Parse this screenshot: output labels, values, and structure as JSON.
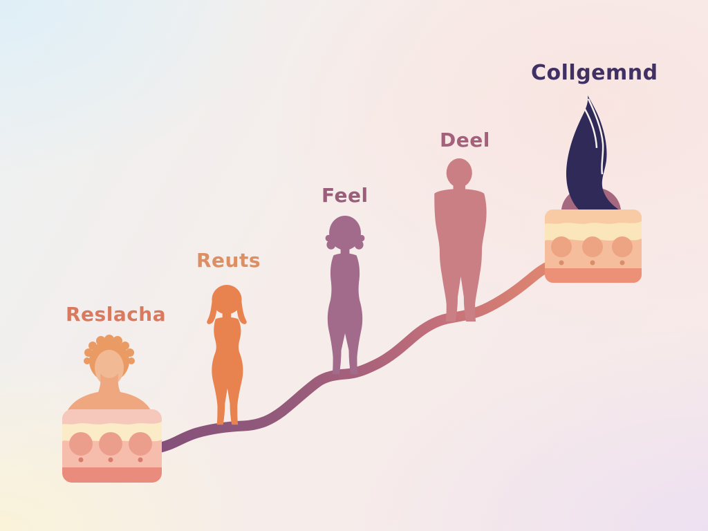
{
  "stages": [
    {
      "label": "Reslacha",
      "label_color": "#D97A5E",
      "visual": "skin-cross-section-with-curly-hair-person",
      "skin_tone": "#EFA780",
      "hair_color": "#EA9B63"
    },
    {
      "label": "Reuts",
      "label_color": "#DE8E63",
      "visual": "orange-female-silhouette",
      "silhouette_color": "#E8834F"
    },
    {
      "label": "Feel",
      "label_color": "#9A5E7B",
      "visual": "purple-person-silhouette",
      "silhouette_color": "#A26A8B"
    },
    {
      "label": "Deel",
      "label_color": "#A5617B",
      "visual": "rose-male-silhouette",
      "silhouette_color": "#C97F83"
    },
    {
      "label": "Collgemnd",
      "label_color": "#413064",
      "visual": "skin-cross-section-with-flowing-hair-person",
      "hair_color": "#2F2A58",
      "shoulder_color": "#A6687E"
    }
  ],
  "journey_path": {
    "gradient": [
      "#84507A",
      "#A7617B",
      "#DF8670"
    ],
    "stroke_width": 15
  },
  "skin_blocks": {
    "left": {
      "top_band": "#F6C8BB",
      "cream_band": "#FBEBC7",
      "main": "#F6BCAC",
      "cells": "#EC9E8D",
      "dots": "#D97C6B",
      "bottom_strip": "#EA8C7D"
    },
    "right": {
      "top_band": "#F8CBA5",
      "cream_band": "#FBE5BB",
      "main": "#F5BD9C",
      "cells": "#ECA483",
      "dots": "#D98E6B",
      "bottom_strip": "#EC9077"
    }
  },
  "background": {
    "top_left": "#DFEFF7",
    "bottom_left": "#FAF3D9",
    "top_right": "#F9E4E1",
    "bottom_right": "#ECE0F2"
  }
}
